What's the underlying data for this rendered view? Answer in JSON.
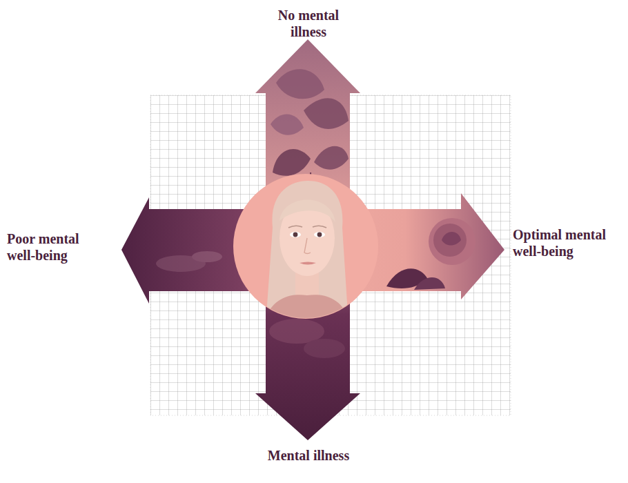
{
  "diagram": {
    "labels": [
      "No mental illness",
      "Poor mental well-being",
      "Optimal mental well-being",
      "Mental illness"
    ]
  }
}
